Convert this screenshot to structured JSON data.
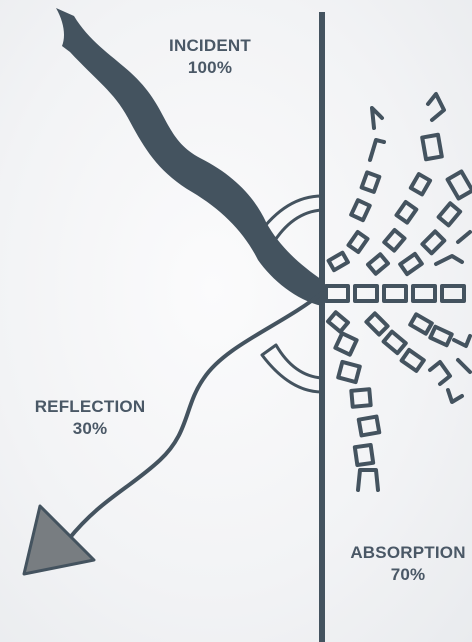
{
  "labels": {
    "incident": {
      "name": "INCIDENT",
      "value": "100%"
    },
    "reflection": {
      "name": "REFLECTION",
      "value": "30%"
    },
    "absorption": {
      "name": "ABSORPTION",
      "value": "70%"
    }
  },
  "colors": {
    "primary": "#44535f",
    "arrowhead_fill": "#787d81",
    "label_text": "#4a5866",
    "background": "#f3f4f6"
  }
}
